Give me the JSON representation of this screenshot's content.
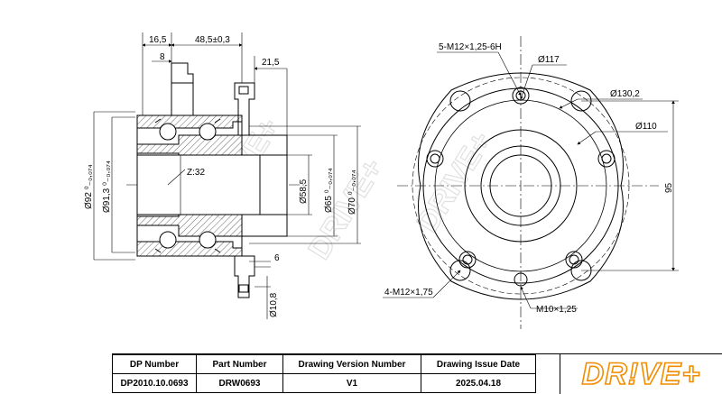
{
  "drawing": {
    "left_view_dims": {
      "d_16_5": "16,5",
      "d_48_5": "48,5±0,3",
      "d_8": "8",
      "d_21_5": "21,5",
      "d_z32": "Z:32",
      "d_dia92": "Ø92 ⁰₋₀,₀₇₄",
      "d_dia91_3": "Ø91,3 ⁰₋₀,₀₇₄",
      "d_dia58_5": "Ø58,5",
      "d_dia65": "Ø65 ⁰₋₀,₀₇₄",
      "d_dia70": "Ø70 ⁰₋₀,₀₇₄",
      "d_6": "6",
      "d_dia10_8": "Ø10,8"
    },
    "right_view_dims": {
      "thread_top": "5-M12×1,25-6H",
      "d_117": "Ø117",
      "d_130_2": "Ø130,2",
      "d_110": "Ø110",
      "d_95": "95",
      "thread_bottom": "4-M12×1,75",
      "thread_small": "M10×1,25"
    },
    "watermark": "DRIVE+"
  },
  "title_block": {
    "headers": [
      "DP Number",
      "Part Number",
      "Drawing Version Number",
      "Drawing Issue Date"
    ],
    "values": [
      "DP2010.10.0693",
      "DRW0693",
      "V1",
      "2025.04.18"
    ],
    "logo": "DR!VE+",
    "logo_color": "#f28c00"
  }
}
